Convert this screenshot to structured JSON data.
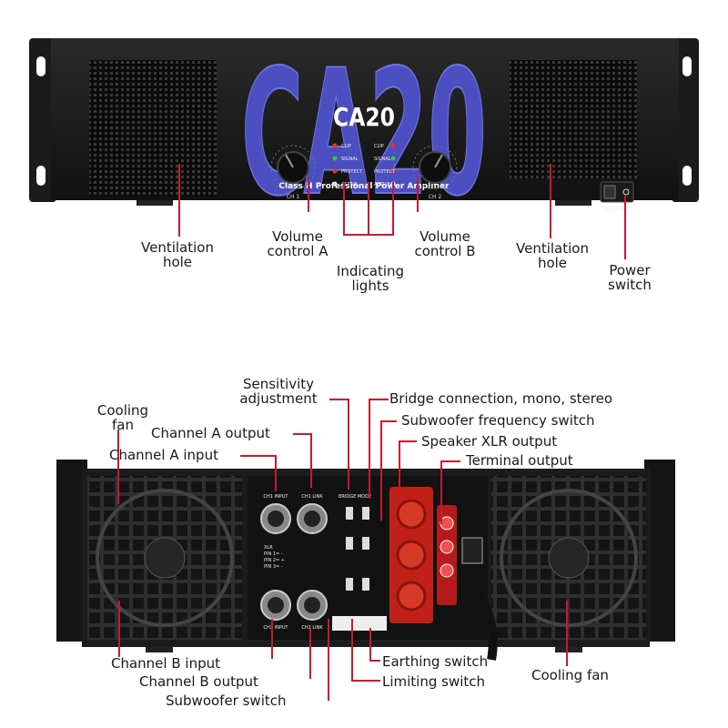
{
  "front": {
    "big_logo": "CA20",
    "model": "CA20",
    "subtitle": "Class H Professional Power Amplifier",
    "power_text": "POWER",
    "ch1": "CH 1",
    "ch2": "CH 2",
    "indicators": [
      "CLIP",
      "SIGNAL",
      "PROTECT",
      "ACTIVE"
    ]
  },
  "rear": {
    "ch1_input": "CH1 INPUT",
    "ch1_link": "CH1 LINK",
    "ch2_input": "CH2 INPUT",
    "ch2_link": "CH2 LINK",
    "bridge_mode": "BRIDGE MODE",
    "xlr_lines": [
      "XLR",
      "PIN 1= -",
      "PIN 2= +",
      "PIN 3= -"
    ]
  },
  "colors": {
    "accent_red": "#c8192e",
    "logo_blue": "#4b4fc2"
  },
  "labels": {
    "front": {
      "ventilation_left": [
        "Ventilation",
        "hole"
      ],
      "volume_a": [
        "Volume",
        "control A"
      ],
      "indicating": [
        "Indicating",
        "lights"
      ],
      "volume_b": [
        "Volume",
        "control B"
      ],
      "ventilation_right": [
        "Ventilation",
        "hole"
      ],
      "power_switch": [
        "Power",
        "switch"
      ]
    },
    "rear": {
      "sensitivity": [
        "Sensitivity",
        "adjustment"
      ],
      "cooling_fan_left": [
        "Cooling",
        "fan"
      ],
      "channel_a_output": "Channel A output",
      "channel_a_input": "Channel A input",
      "bridge": "Bridge connection, mono, stereo",
      "subwoofer_freq": "Subwoofer frequency switch",
      "speaker_xlr": "Speaker XLR output",
      "terminal": "Terminal output",
      "channel_b_input": "Channel B input",
      "channel_b_output": "Channel B output",
      "subwoofer_switch": "Subwoofer switch",
      "earthing": "Earthing switch",
      "limiting": "Limiting switch",
      "cooling_fan_right": "Cooling fan"
    }
  }
}
